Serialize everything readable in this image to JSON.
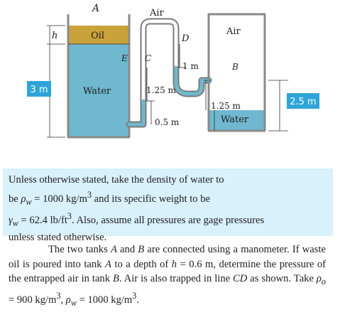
{
  "figure": {
    "labels": {
      "point_a": "A",
      "air_top": "Air",
      "oil": "Oil",
      "h": "h",
      "point_d": "D",
      "air_b": "Air",
      "point_e": "E",
      "point_c": "C",
      "one_m": "1 m",
      "point_b": "B",
      "water_a": "Water",
      "d_125_a": "1.25 m",
      "d_125_b": "1.25 m",
      "water_b": "Water",
      "d_05": "0.5 m"
    },
    "tags": {
      "left": "3 m",
      "right": "2.5 m"
    },
    "colors": {
      "oil": "#c9a23a",
      "water": "#6fb8cf",
      "tag_bg": "#2ea5d8",
      "tank_wall": "#8a8a8a"
    }
  },
  "note": {
    "line1": "Unless otherwise stated, take the density of water to",
    "line2_a": "be ",
    "rho": "ρ",
    "sub_w": "w",
    "line2_b": " = 1000 kg/m",
    "sup3": "3",
    "line2_c": " and its specific weight to be",
    "gamma": "γ",
    "line3_b": " = 62.4 lb/ft",
    "line3_c": ". Also, assume all pressures are gage pressures",
    "line4": "unless stated otherwise."
  },
  "problem": {
    "t1": "The two tanks ",
    "A": "A",
    "t2": " and ",
    "B": "B",
    "t3": " are connected using a manometer. If waste oil is poured into tank ",
    "t4": " to a depth of ",
    "h": "h",
    "t5": " = 0.6 m, determine the pressure of the entrapped air in tank ",
    "t6": ". Air is also trapped in line ",
    "CD": "CD",
    "t7": " as shown. Take ",
    "rho": "ρ",
    "sub_o": "o",
    "t8": " = 900 kg/m",
    "sup3": "3",
    "t9": ", ",
    "sub_w": "w",
    "t10": " = 1000 kg/m",
    "t11": "."
  }
}
